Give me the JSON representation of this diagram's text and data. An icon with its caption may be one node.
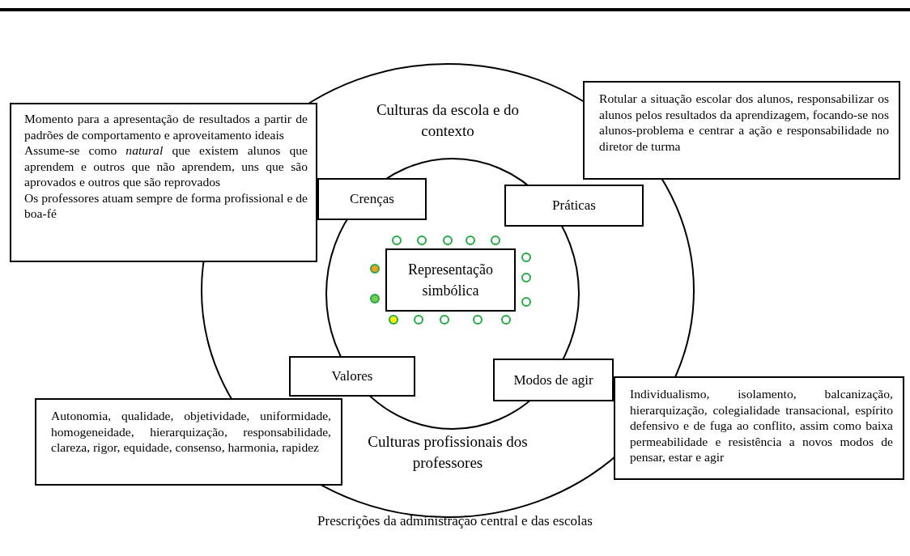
{
  "diagram": {
    "caption": "Prescrições da administração central e das escolas",
    "nodes": [
      {
        "text": [
          "Culturas da escola e do contexto",
          "Culturas profissionais dos professores"
        ]
      },
      {
        "text": [],
        "shape": "circle",
        "in": 0
      },
      {
        "text": [
          "Representação simbólica"
        ],
        "in": 1
      },
      {
        "text": [],
        "shape": "circle",
        "in": 1
      },
      {
        "text": [],
        "shape": "circle",
        "in": 1
      },
      {
        "text": [],
        "shape": "circle",
        "in": 1
      },
      {
        "text": [],
        "shape": "circle",
        "in": 1
      },
      {
        "text": [],
        "shape": "circle",
        "in": 1
      },
      {
        "text": [],
        "shape": "circle",
        "in": 1
      },
      {
        "text": [],
        "shape": "circle",
        "in": 1
      },
      {
        "text": [],
        "shape": "circle",
        "in": 1
      },
      {
        "text": [],
        "shape": "circle",
        "in": 1
      },
      {
        "text": [],
        "shape": "circle",
        "in": 1
      },
      {
        "text": [],
        "shape": "circle",
        "in": 1
      },
      {
        "text": [],
        "shape": "circle",
        "in": 1
      },
      {
        "text": [],
        "shape": "circle",
        "in": 1
      },
      {
        "text": [],
        "shape": "circle",
        "in": 1
      },
      {
        "text": [],
        "shape": "circle",
        "in": 1
      },
      {
        "text": [
          "Momento para a apresentação de resultados a partir de padrões de comportamento e aproveitamento ideais",
          "Assume-se como *natural* que existem alunos que aprendem e outros que não aprendem, uns que são aprovados e outros que são reprovados",
          "Os professores atuam sempre de forma profissional e de boa-fé"
        ]
      },
      {
        "text": [
          "Crenças"
        ],
        "in": 0
      },
      {
        "text": [
          "Práticas"
        ],
        "in": 0
      },
      {
        "text": [
          "Rotular a situação escolar dos alunos, responsabilizar os alunos pelos resultados da aprendizagem, focando-se nos alunos-problema e centrar a ação e responsabilidade no diretor de turma"
        ]
      },
      {
        "text": [
          "Valores"
        ],
        "in": 0
      },
      {
        "text": [
          "Autonomia, qualidade, objetividade, uniformidade, homogeneidade, hierarquização, responsabilidade, clareza, rigor, equidade, consenso, harmonia, rapidez"
        ]
      },
      {
        "text": [
          "Modos de agir"
        ],
        "in": 0
      },
      {
        "text": [
          "Individualismo, isolamento, balcanização, hierarquização, colegialidade transacional, espírito defensivo e de fuga ao conflito, assim como baixa permeabilidade e resistência a novos modos de pensar, estar e agir"
        ]
      }
    ]
  }
}
